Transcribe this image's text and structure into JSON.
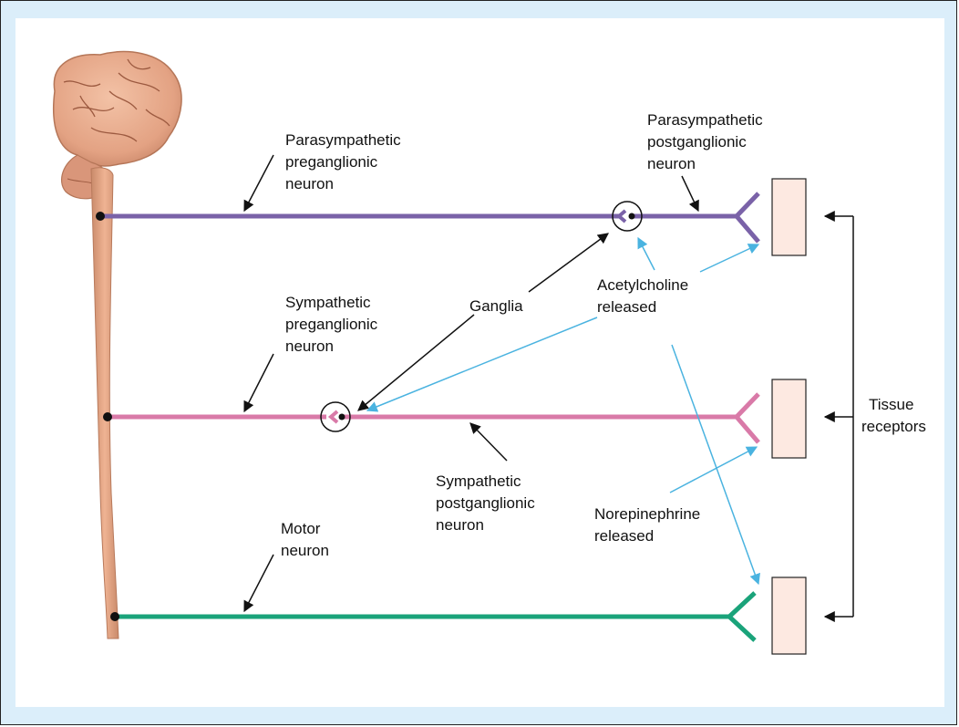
{
  "labels": {
    "para_pre": [
      "Parasympathetic",
      "preganglionic",
      "neuron"
    ],
    "para_post": [
      "Parasympathetic",
      "postganglionic",
      "neuron"
    ],
    "symp_pre": [
      "Sympathetic",
      "preganglionic",
      "neuron"
    ],
    "symp_post": [
      "Sympathetic",
      "postganglionic",
      "neuron"
    ],
    "motor": [
      "Motor",
      "neuron"
    ],
    "ganglia": "Ganglia",
    "acetylcholine": [
      "Acetylcholine",
      "released"
    ],
    "norepinephrine": [
      "Norepinephrine",
      "released"
    ],
    "tissue_receptors": [
      "Tissue",
      "receptors"
    ]
  },
  "colors": {
    "parasympathetic": "#7a62a8",
    "sympathetic": "#d97aa8",
    "motor": "#1aa37a",
    "effector_fill": "#fde9e1",
    "blue_arrow": "#4ab3e0",
    "background": "#dbeefa"
  },
  "icons": {
    "brain": "brain-illustration",
    "spinal_cord": "spinal-cord-illustration"
  }
}
